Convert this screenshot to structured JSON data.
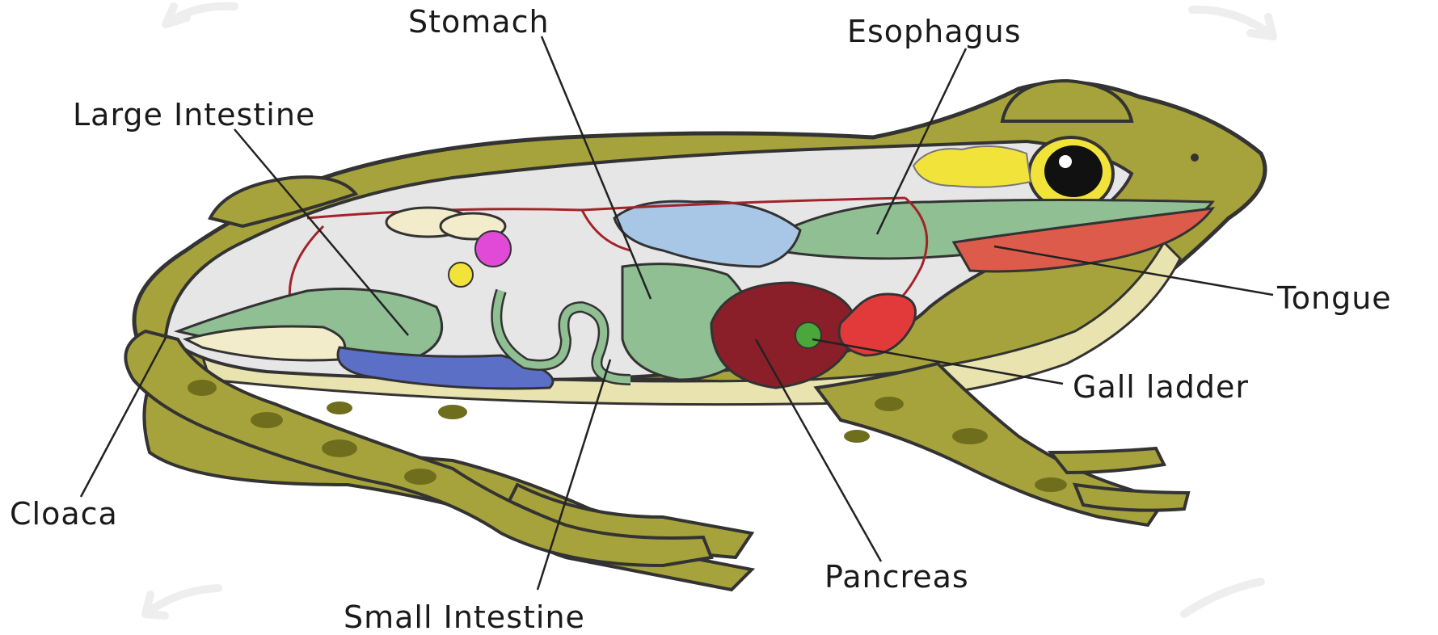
{
  "labels": {
    "stomach": "Stomach",
    "esophagus": "Esophagus",
    "large_intestine": "Large Intestine",
    "tongue": "Tongue",
    "gall_bladder": "Gall ladder",
    "cloaca": "Cloaca",
    "pancreas": "Pancreas",
    "small_intestine": "Small Intestine"
  },
  "colors": {
    "skin": "#a7a33c",
    "skin_dark": "#6f6e1d",
    "belly": "#e9e3b0",
    "cavity": "#e6e6e6",
    "organ_green": "#8fbf93",
    "stomach_blue": "#a8c7e6",
    "liver": "#8a1f2a",
    "tongue": "#dd5b4b",
    "heart": "#e23a3a",
    "kidney_blue": "#5b6fc7",
    "vessel": "#a3232b",
    "yellow": "#f2e33a",
    "pink": "#e04ad6"
  }
}
